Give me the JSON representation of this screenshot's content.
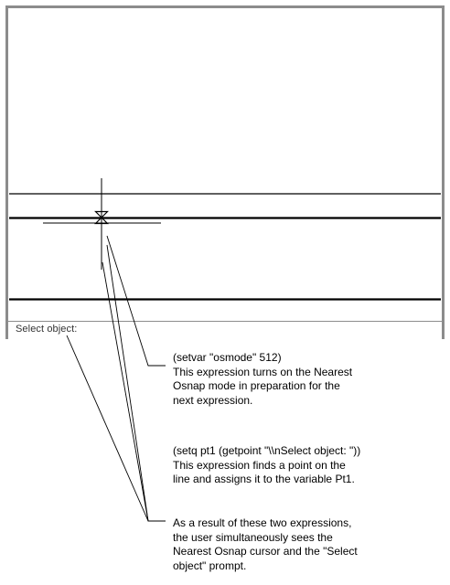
{
  "command_line": {
    "prompt": "Select object:"
  },
  "callouts": [
    {
      "lines": [
        "(setvar \"osmode\" 512)",
        "This expression turns on the Nearest",
        "Osnap mode in preparation for the",
        "next expression."
      ]
    },
    {
      "lines": [
        "(setq pt1 (getpoint \"\\\\nSelect object: \"))",
        "This expression finds a point on the",
        "line and assigns it to the variable Pt1."
      ]
    },
    {
      "lines": [
        "As a result of these two expressions,",
        "the user simultaneously sees the",
        "Nearest Osnap cursor and the \"Select",
        "object\" prompt."
      ]
    }
  ],
  "colors": {
    "frame": "#8c8c8c",
    "line": "#000000"
  },
  "icons": {
    "cursor": "crosshair-icon",
    "osnap_marker": "nearest-osnap-marker-icon"
  }
}
